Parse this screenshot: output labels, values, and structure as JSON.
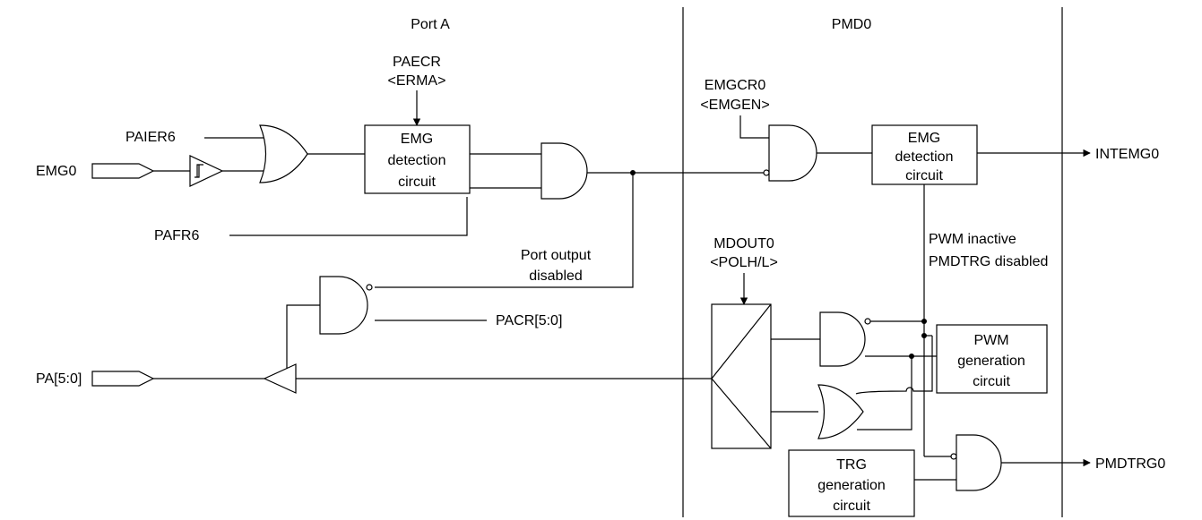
{
  "sections": {
    "port_a": "Port A",
    "pmd0": "PMD0"
  },
  "labels": {
    "paecr": "PAECR",
    "erma": "<ERMA>",
    "emgcr0": "EMGCR0",
    "emgen": "<EMGEN>",
    "paier6": "PAIER6",
    "emg0": "EMG0",
    "pafr6": "PAFR6",
    "port_output_1": "Port output",
    "port_output_2": "disabled",
    "pacr": "PACR[5:0]",
    "pa": "PA[5:0]",
    "mdout0": "MDOUT0",
    "polh": "<POLH/L>",
    "pwm_inactive": "PWM inactive",
    "pmdtrg_disabled": "PMDTRG disabled",
    "intemg0": "INTEMG0",
    "pmdtrg0": "PMDTRG0"
  },
  "blocks": {
    "emg_det_a": [
      "EMG",
      "detection",
      "circuit"
    ],
    "emg_det_b": [
      "EMG",
      "detection",
      "circuit"
    ],
    "pwm_gen": [
      "PWM",
      "generation",
      "circuit"
    ],
    "trg_gen": [
      "TRG",
      "generation",
      "circuit"
    ]
  }
}
